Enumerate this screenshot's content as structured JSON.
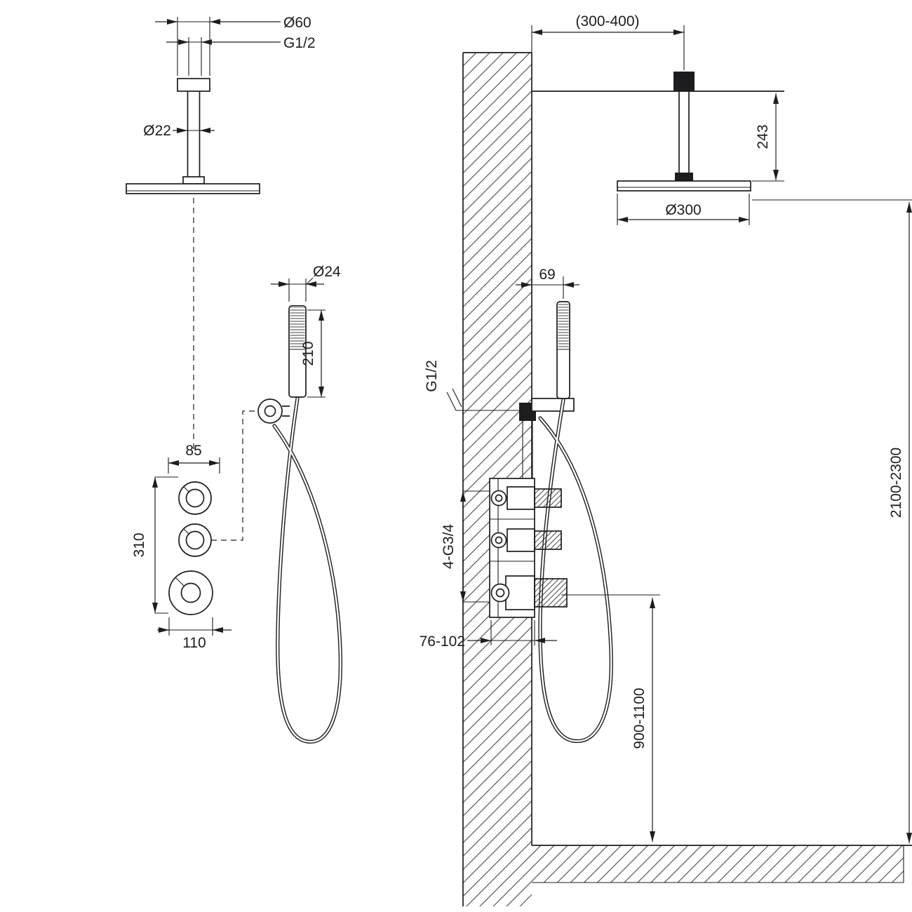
{
  "colors": {
    "line": "#1d1d1f",
    "background": "#ffffff"
  },
  "front": {
    "dim_flange_diameter": "Ø60",
    "dim_connection_thread": "G1/2",
    "dim_arm_diameter": "Ø22",
    "dim_handshower_diameter": "Ø24",
    "dim_handshower_length": "210",
    "dim_valve_offset": "85",
    "dim_valve_spacing": "310",
    "dim_valve_plate_width": "110"
  },
  "side": {
    "dim_ceiling_arm_range": "(300-400)",
    "dim_arm_drop": "243",
    "dim_head_diameter": "Ø300",
    "dim_holder_offset": "69",
    "dim_outlet_thread": "G1/2",
    "dim_valve_connections": "4-G3/4",
    "dim_recess_depth": "76-102",
    "dim_valve_height_range": "900-1100",
    "dim_install_height_range": "2100-2300"
  }
}
